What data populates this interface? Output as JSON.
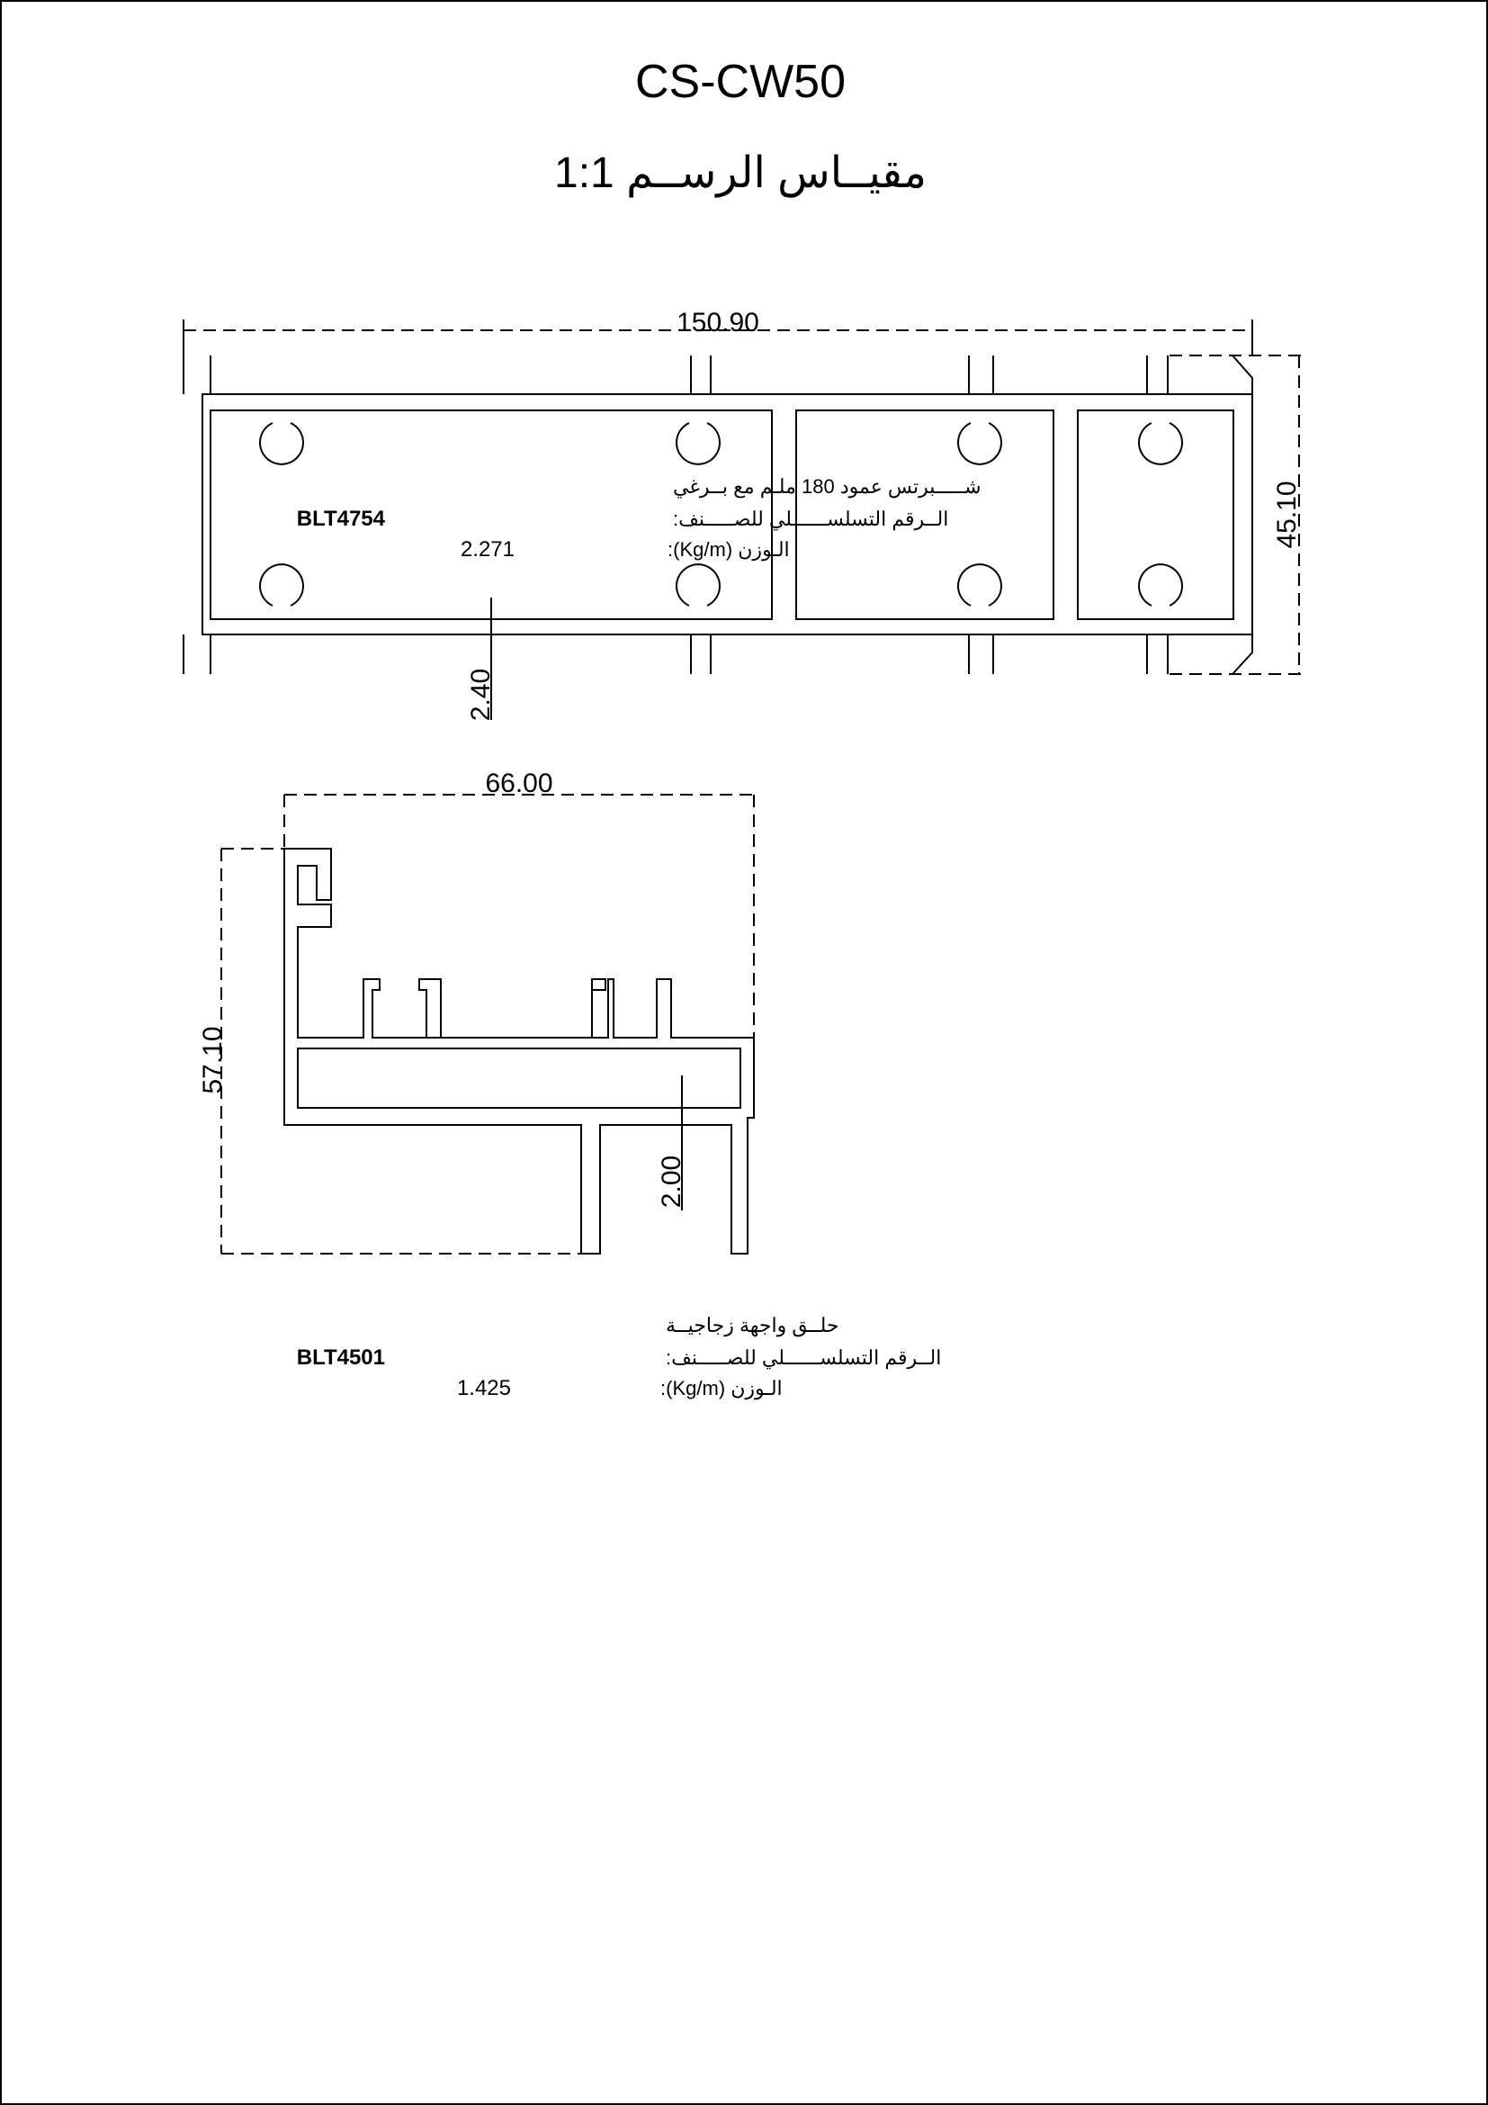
{
  "sheet": {
    "title": "CS-CW50",
    "scale_label": "مقيــاس الرســم 1:1"
  },
  "profile_1": {
    "width_dim": "150.90",
    "height_dim": "45.10",
    "wall_dim": "2.40",
    "name": "شـــــبرتس عمود 180 ملـم مع بــرغي",
    "code_label": "الــرقم التسلســــــلي للصـــــنف:",
    "code": "BLT4754",
    "weight_label": "الـوزن (Kg/m):",
    "weight": "2.271"
  },
  "profile_2": {
    "width_dim": "66.00",
    "height_dim": "57.10",
    "wall_dim": "2.00",
    "name": "حلــق واجهة زجاجيــة",
    "code_label": "الــرقم التسلســــــلي للصـــــنف:",
    "code": "BLT4501",
    "weight_label": "الـوزن (Kg/m):",
    "weight": "1.425"
  }
}
